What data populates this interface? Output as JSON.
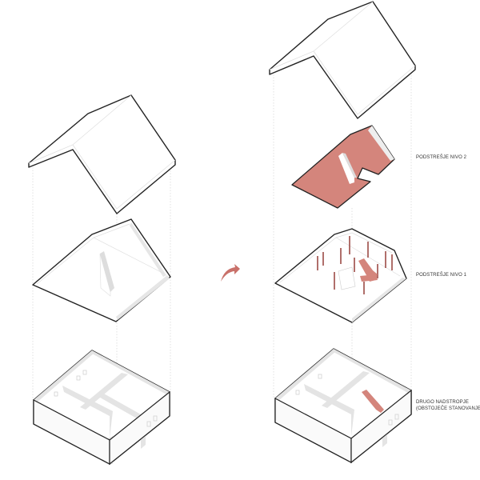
{
  "labels": {
    "attic_level_2": "PODSTREŠJE NIVO 2",
    "attic_level_1": "PODSTREŠJE NIVO 1",
    "second_floor_line1": "DRUGO NADSTROPJE",
    "second_floor_line2": "(OBSTOJEČE STANOVANJE)"
  },
  "colors": {
    "accent_fill": "#d4857c",
    "post_color": "#9d4b46",
    "outline": "#222222"
  }
}
